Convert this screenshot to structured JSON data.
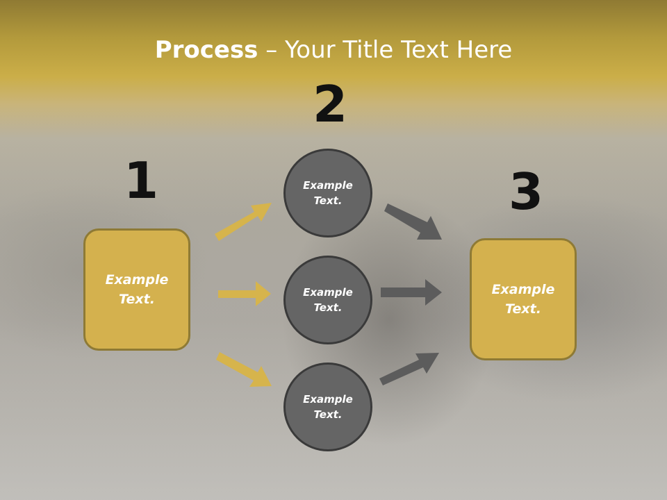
{
  "slide": {
    "title_bold": "Process",
    "title_rest": " – Your Title Text Here",
    "numbers": [
      "1",
      "2",
      "3"
    ],
    "left_box": "Example\nText.",
    "right_box": "Example\nText.",
    "circles": [
      "Example\nText.",
      "Example\nText.",
      "Example\nText."
    ]
  },
  "colors": {
    "box_fill": "#d4b14e",
    "box_border": "#8e7a35",
    "circle_fill": "#656565",
    "circle_border": "#3a3a3a",
    "gold_arrow": "#d6b44c",
    "gray_arrow": "#5c5c5c",
    "header": "#c4a53f"
  }
}
